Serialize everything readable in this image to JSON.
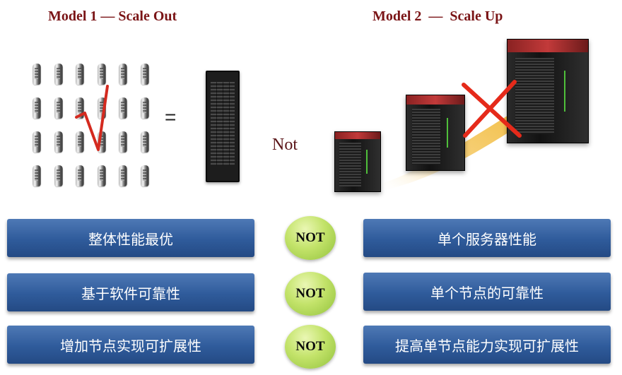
{
  "model1": {
    "title": "Model 1 — Scale Out",
    "equals": "=",
    "check_color": "#d42a1f"
  },
  "model2": {
    "title": "Model 2  —  Scale Up",
    "cross_color": "#e52a1a",
    "arrow_color": "#f0b21d"
  },
  "not_label": "Not",
  "rows": [
    {
      "left": "整体性能最优",
      "not": "NOT",
      "right": "单个服务器性能"
    },
    {
      "left": "基于软件可靠性",
      "not": "NOT",
      "right": "单个节点的可靠性"
    },
    {
      "left": "增加节点实现可扩展性",
      "not": "NOT",
      "right": "提高单节点能力实现可扩展性"
    }
  ]
}
